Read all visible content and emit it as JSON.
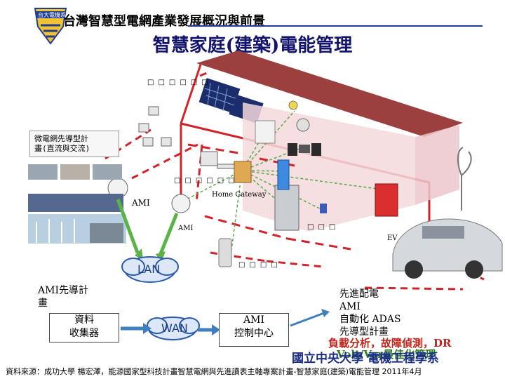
{
  "header": {
    "logo_text": "台大電機系",
    "title": "台灣智慧型電網產業發展概況與前景",
    "slide_title": "智慧家庭(建築)電能管理"
  },
  "diagram": {
    "placeholder_row_top": "□□□□□□",
    "placeholder_row_mid": "□□□□□□",
    "placeholder_row_right": "□□□",
    "placeholder_row_phone": "□□□□",
    "home_gateway": "Home Gateway",
    "ami_label_1": "AMI",
    "ami_label_2": "AMI",
    "ev_label": "EV",
    "lan_label": "LAN",
    "wan_label": "WAN",
    "handwritten_note_line1": "微電網先導型計",
    "handwritten_note_line2": "畫(直流與交流)"
  },
  "left": {
    "ami_pilot_line1": "AMI先導計",
    "ami_pilot_line2": "畫",
    "data_collector_line1": "資料",
    "data_collector_line2": "收集器"
  },
  "center": {
    "ami_center_line1": "AMI",
    "ami_center_line2": "控制中心"
  },
  "right": {
    "line1": "先進配電",
    "line2": "AMI",
    "line3": "自動化 ADAS",
    "line4": "先導型計畫",
    "overlay_red": "負載分析，故障偵測，DR",
    "overlay_green": "Volt/Var最佳化管理"
  },
  "bottom": {
    "org": "國立中央大學 電機工程學系"
  },
  "footer": {
    "source": "資料來源：成功大學 楊宏澤，能源國家型科技計畫智慧電網與先進讀表主軸專案計畫-智慧家庭(建築)電能管理 2011年4月"
  },
  "colors": {
    "title_blue": "#14146e",
    "rule_blue": "#1e3d9c",
    "house_red": "#d2232a",
    "roof_maroon": "#9b3f3f",
    "arrow_green": "#59b346",
    "arrow_blue": "#3f7fbf",
    "dashed_green": "#58a84a"
  }
}
